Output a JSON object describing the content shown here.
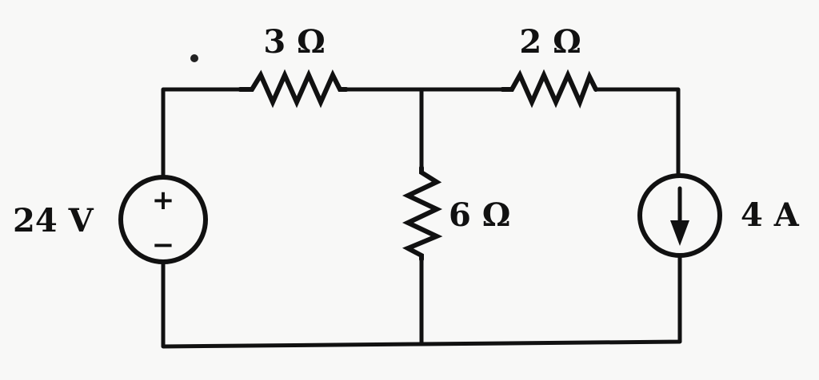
{
  "components": {
    "r1": {
      "value": "3 Ω"
    },
    "r2": {
      "value": "2 Ω"
    },
    "r3": {
      "value": "6 Ω"
    },
    "voltage_source": {
      "value": "24 V",
      "plus": "+",
      "minus": "−"
    },
    "current_source": {
      "value": "4 A"
    }
  },
  "colors": {
    "ink": "#111111",
    "paper": "#f8f8f7"
  }
}
